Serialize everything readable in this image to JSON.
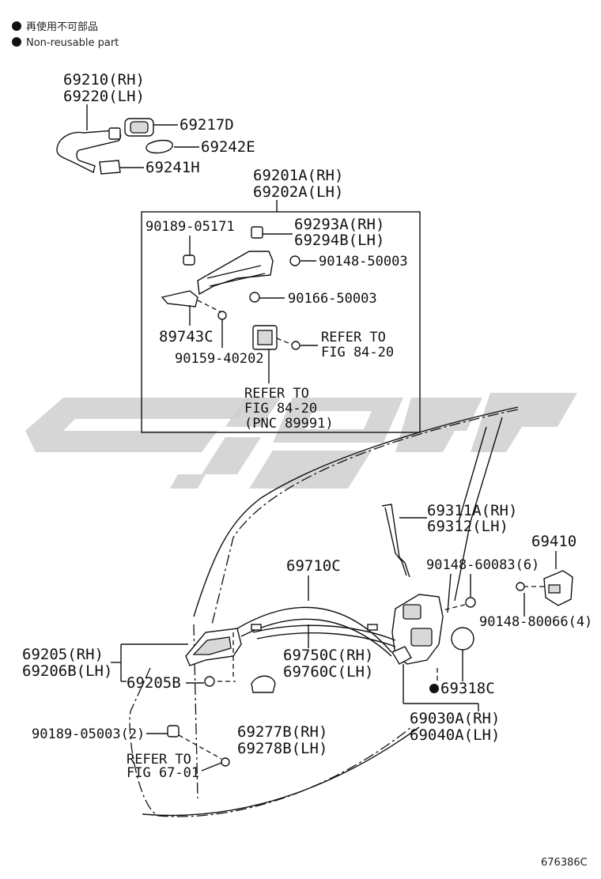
{
  "legend": [
    {
      "text": "再使用不可部品"
    },
    {
      "text": "Non-reusable part"
    }
  ],
  "labels": {
    "p69210": "69210(RH)",
    "p69220": "69220(LH)",
    "p69217D": "69217D",
    "p69242E": "69242E",
    "p69241H": "69241H",
    "p69201A": "69201A(RH)",
    "p69202A": "69202A(LH)",
    "p90189_05171": "90189-05171",
    "p69293A": "69293A(RH)",
    "p69294B": "69294B(LH)",
    "p90148_50003": "90148-50003",
    "p90166_50003": "90166-50003",
    "p89743C": "89743C",
    "refer1_a": "REFER TO",
    "refer1_b": "FIG 84-20",
    "p90159_40202": "90159-40202",
    "refer2_a": "REFER TO",
    "refer2_b": "FIG 84-20",
    "refer2_c": "(PNC 89991)",
    "p69311A": "69311A(RH)",
    "p69312": "69312(LH)",
    "p69410": "69410",
    "p69710C": "69710C",
    "p90148_60083": "90148-60083(6)",
    "p90148_80066": "90148-80066(4)",
    "p69205RH": "69205(RH)",
    "p69206B": "69206B(LH)",
    "p69750C": "69750C(RH)",
    "p69760C": "69760C(LH)",
    "p69205B": "69205B",
    "p69318C": "69318C",
    "p69030A": "69030A(RH)",
    "p69040A": "69040A(LH)",
    "p90189_05003": "90189-05003(2)",
    "p69277B": "69277B(RH)",
    "p69278B": "69278B(LH)",
    "refer3_a": "REFER TO",
    "refer3_b": "FIG 67-01"
  },
  "diagram_code": "676386C"
}
